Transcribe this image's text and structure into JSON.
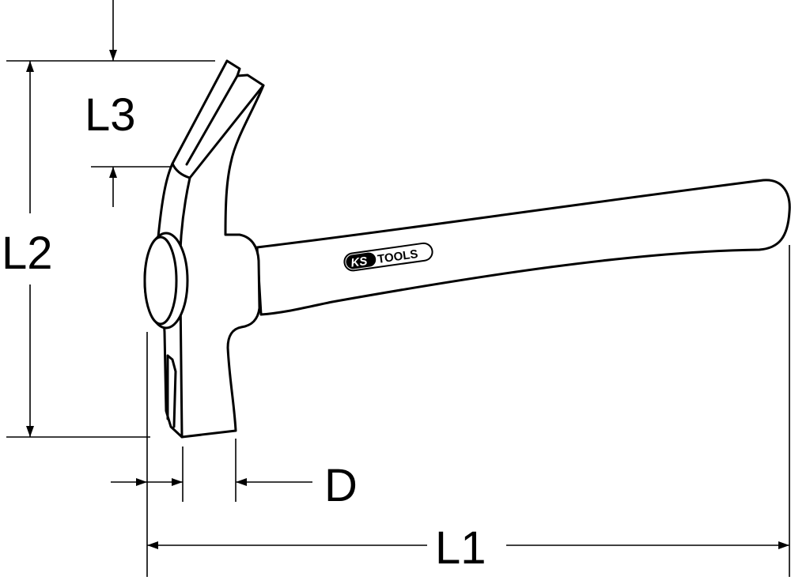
{
  "labels": {
    "l1": "L1",
    "l2": "L2",
    "l3": "L3",
    "d": "D"
  },
  "logo": {
    "ks": "KS",
    "tools": "TOOLS"
  },
  "colors": {
    "line": "#000000",
    "background": "#ffffff"
  }
}
